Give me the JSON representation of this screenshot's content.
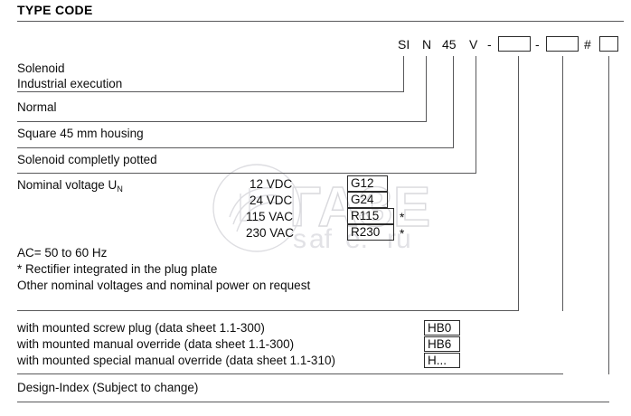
{
  "document": {
    "title": "TYPE CODE"
  },
  "type_code": {
    "segments": [
      {
        "label": "SI"
      },
      {
        "label": "N"
      },
      {
        "label": "45"
      },
      {
        "label": "V"
      },
      {
        "label": "-"
      },
      {
        "label": ""
      },
      {
        "label": "-"
      },
      {
        "label": ""
      },
      {
        "label": "#"
      },
      {
        "label": ""
      }
    ]
  },
  "rows": [
    {
      "lines": [
        "Solenoid",
        "Industrial execution"
      ]
    },
    {
      "lines": [
        "Normal"
      ]
    },
    {
      "lines": [
        "Square 45 mm housing"
      ]
    },
    {
      "lines": [
        "Solenoid completly potted"
      ]
    },
    {
      "lines": [
        "Nominal voltage U",
        "N"
      ]
    }
  ],
  "labels": {
    "solenoid": "Solenoid",
    "industrial_execution": "Industrial execution",
    "normal": "Normal",
    "square_housing": "Square 45 mm housing",
    "completly_potted": "Solenoid completly potted",
    "nominal_voltage": "Nominal voltage U",
    "nominal_voltage_sub": "N"
  },
  "voltage_table": {
    "rows": [
      {
        "voltage": "12 VDC",
        "code": "G12",
        "asterisk": ""
      },
      {
        "voltage": "24 VDC",
        "code": "G24",
        "asterisk": ""
      },
      {
        "voltage": "115 VAC",
        "code": "R115",
        "asterisk": "*"
      },
      {
        "voltage": "230 VAC",
        "code": "R230",
        "asterisk": "*"
      }
    ]
  },
  "notes": {
    "ac_frequency": "AC= 50 to 60 Hz",
    "rectifier": "* Rectifier integrated in the plug plate",
    "other_voltages": "Other nominal voltages and nominal power on request"
  },
  "options": {
    "rows": [
      {
        "description": "with mounted screw plug (data sheet 1.1-300)",
        "code": "HB0"
      },
      {
        "description": "with mounted manual override (data sheet 1.1-300)",
        "code": "HB6"
      },
      {
        "description": "with mounted special manual override (data sheet 1.1-310)",
        "code": "H..."
      }
    ]
  },
  "design_index": {
    "label": "Design-Index (Subject to change)"
  },
  "watermark": {
    "primary": "ГАЗЕ",
    "secondary": "safe.ru"
  },
  "colors": {
    "ink": "#0d0d0d",
    "rule": "#58585a",
    "box_border": "#2b2b2b",
    "watermark": "#dddde1",
    "background": "#ffffff"
  }
}
